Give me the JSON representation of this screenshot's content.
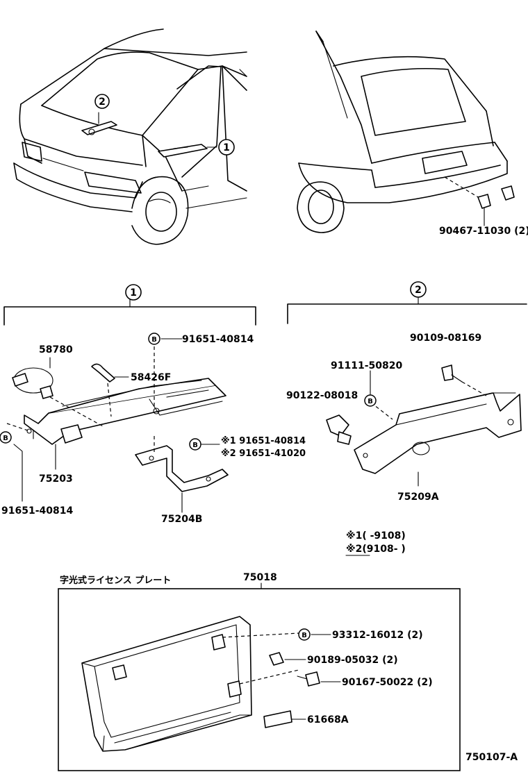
{
  "callouts": {
    "one": "1",
    "two": "2"
  },
  "bolt_mark": "B",
  "top_right": {
    "clip": "90467-11030 (2)"
  },
  "section1": {
    "p91651_top": "91651-40814",
    "p58780": "58780",
    "p58426F": "58426F",
    "note1": "※1 91651-40814",
    "note2": "※2 91651-41020",
    "p91651_left": "91651-40814",
    "p75203": "75203",
    "p75204B": "75204B"
  },
  "section2": {
    "p90109": "90109-08169",
    "p91111": "91111-50820",
    "p90122": "90122-08018",
    "p75209A": "75209A",
    "legend1": "※1(      -9108)",
    "legend2": "※2(9108-       )"
  },
  "section3": {
    "title_jp": "字光式ライセンス プレート",
    "p75018": "75018",
    "p93312": "93312-16012 (2)",
    "p90189": "90189-05032 (2)",
    "p90167": "90167-50022 (2)",
    "p61668": "61668A",
    "code": "750107-A"
  }
}
